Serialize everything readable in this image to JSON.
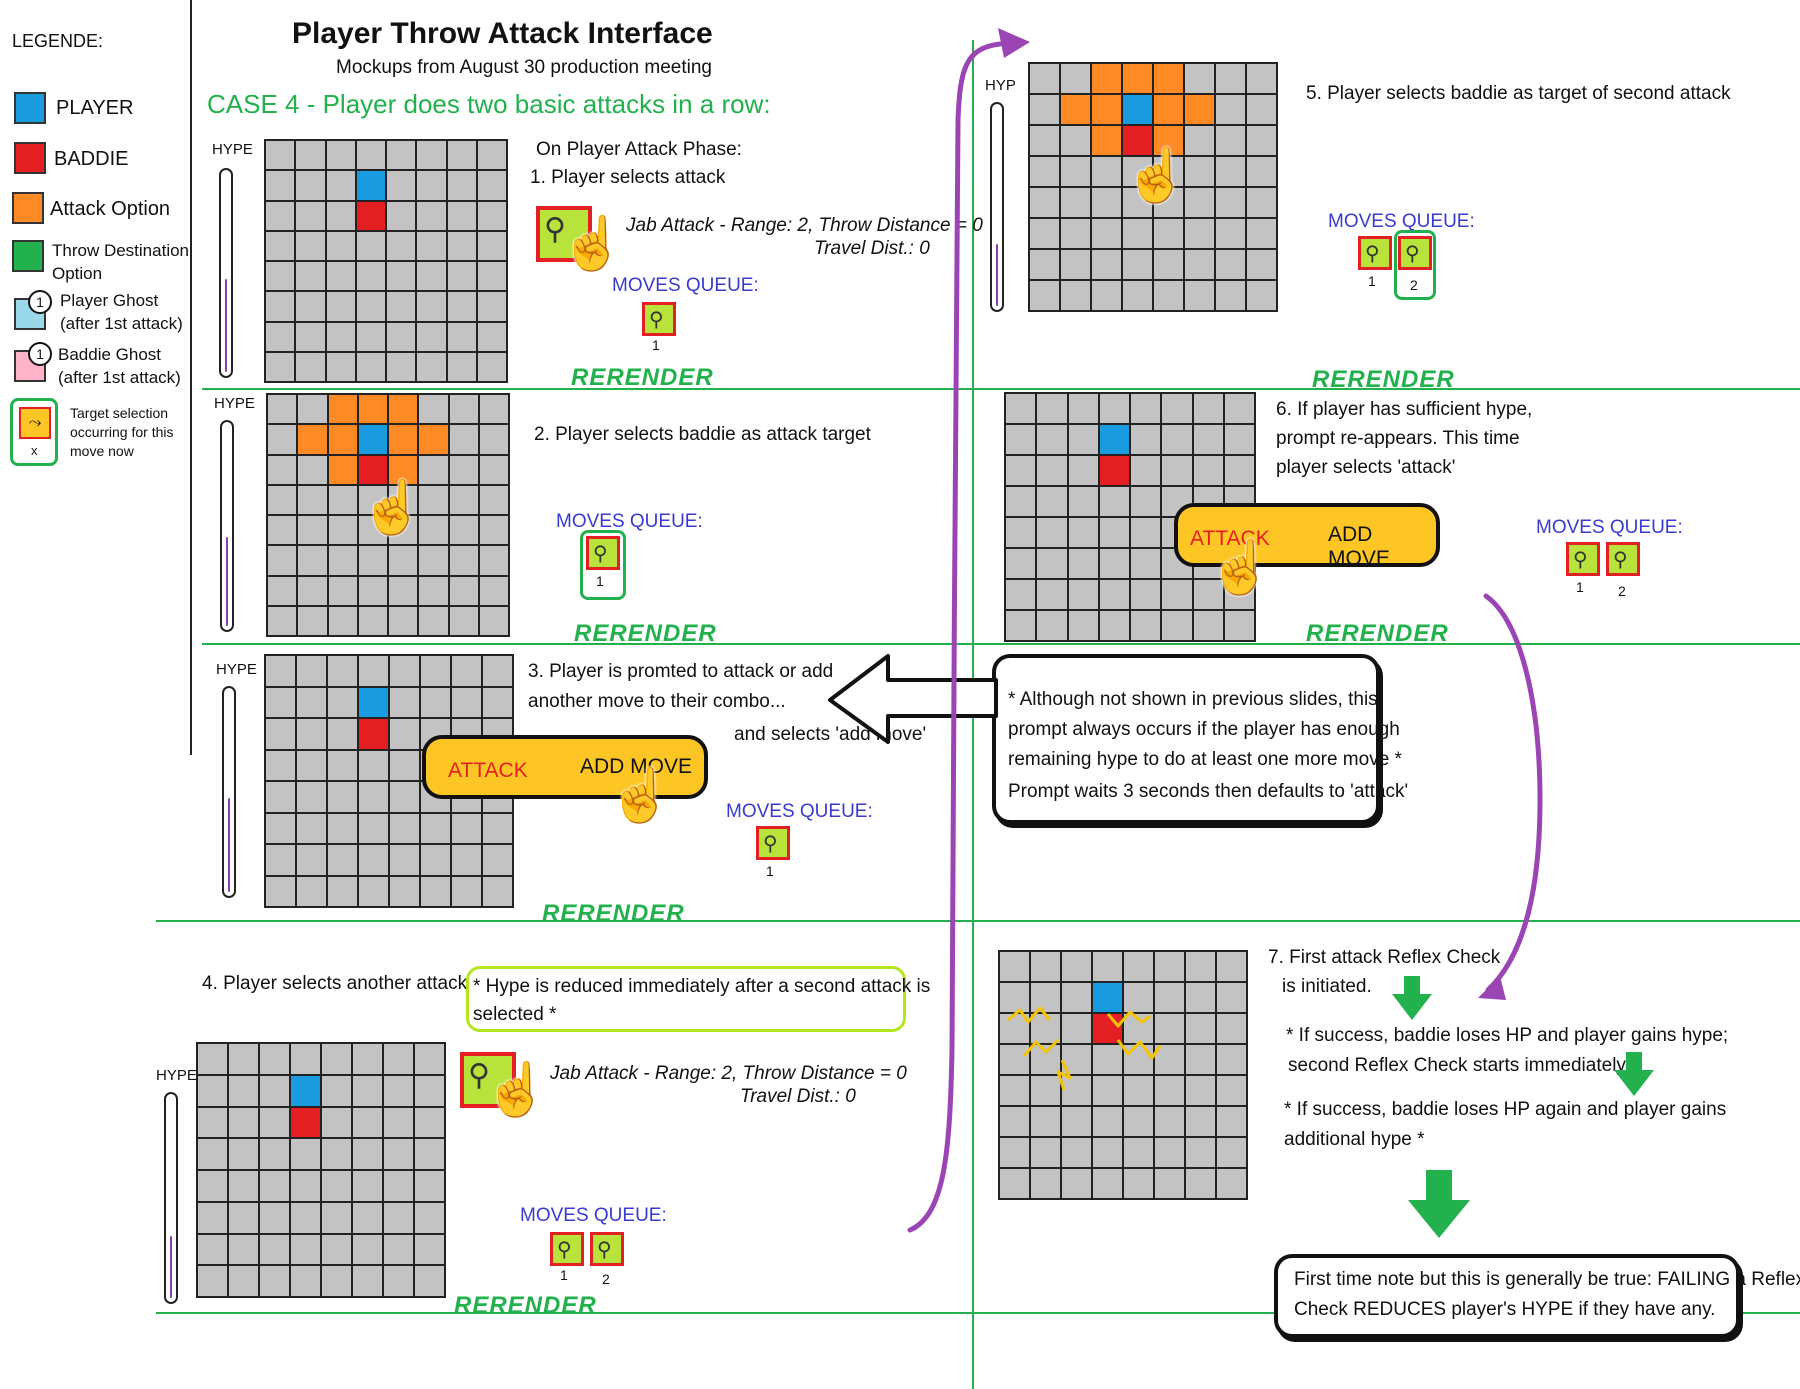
{
  "header": {
    "title": "Player Throw Attack Interface",
    "subtitle": "Mockups from August 30 production meeting",
    "case": "CASE 4 - Player does two basic attacks in a row:"
  },
  "legend": {
    "heading": "LEGENDE:",
    "player": "PLAYER",
    "baddie": "BADDIE",
    "attack_option": "Attack Option",
    "throw_dest_1": "Throw Destination",
    "throw_dest_2": "Option",
    "ghost_num": "1",
    "player_ghost_1": "Player Ghost",
    "player_ghost_2": "(after 1st attack)",
    "baddie_ghost_1": "Baddie Ghost",
    "baddie_ghost_2": "(after 1st attack)",
    "target_1": "Target selection",
    "target_2": "occurring for this",
    "target_3": "move now",
    "target_x": "x"
  },
  "common": {
    "hype": "HYPE",
    "hyp": "HYP",
    "moves_queue": "MOVES QUEUE:",
    "rerender": "RERENDER",
    "attack": "ATTACK",
    "add_move": "ADD MOVE",
    "q1": "1",
    "q2": "2",
    "jab_line1": "Jab Attack - Range: 2,  Throw Distance = 0",
    "jab_line2": "Travel Dist.: 0"
  },
  "steps": {
    "s1_head": "On Player Attack Phase:",
    "s1": "1. Player selects attack",
    "s2": "2. Player selects baddie as attack target",
    "s3_a": "3. Player is promted to attack or add",
    "s3_b": "another move to their combo...",
    "s3_c": "and selects 'add move'",
    "s4": "4. Player selects another attack",
    "s4_note_a": "* Hype is reduced immediately after a second attack is",
    "s4_note_b": "selected *",
    "s5": "5. Player selects baddie as target of second attack",
    "s6_a": "6. If player has sufficient hype,",
    "s6_b": "prompt re-appears. This time",
    "s6_c": "player selects 'attack'",
    "prompt_note_a": "* Although not shown in previous slides, this",
    "prompt_note_b": "prompt always occurs if the player has enough",
    "prompt_note_c": "remaining hype to do at least one more move *",
    "prompt_note_d": "Prompt waits 3 seconds then defaults to 'attack'",
    "s7_a": "7. First attack Reflex Check",
    "s7_b": "is initiated.",
    "s7_c": "* If success, baddie loses HP and player gains hype;",
    "s7_d": "second Reflex Check starts immediately",
    "s7_e": "* If success, baddie loses HP again and player gains",
    "s7_f": "additional hype *",
    "final_a": "First time note but this is generally be true: FAILING a Reflex",
    "final_b": "Check REDUCES player's HYPE if they have any."
  },
  "hype_levels": {
    "s1": 0.45,
    "s2": 0.43,
    "s3": 0.45,
    "s4": 0.3,
    "s5": 0.3
  },
  "colors": {
    "player": "#1a9be0",
    "baddie": "#e41f24",
    "attack_option": "#fd8a25",
    "throw_destination": "#22b14c",
    "player_ghost": "#99d9ea",
    "baddie_ghost": "#ffb3c9",
    "prompt": "#fec625",
    "hype_fill": "#8b3fb0",
    "flow_arrow": "#9b45b4",
    "reflex_arrow": "#22b14c"
  },
  "icons": {
    "pointer": "pointer-hand-icon",
    "jab": "jab-attack-icon",
    "arrow_right": "flow-arrow-icon",
    "down_arrow": "reflex-down-arrow-icon",
    "impact": "impact-burst-icon"
  }
}
